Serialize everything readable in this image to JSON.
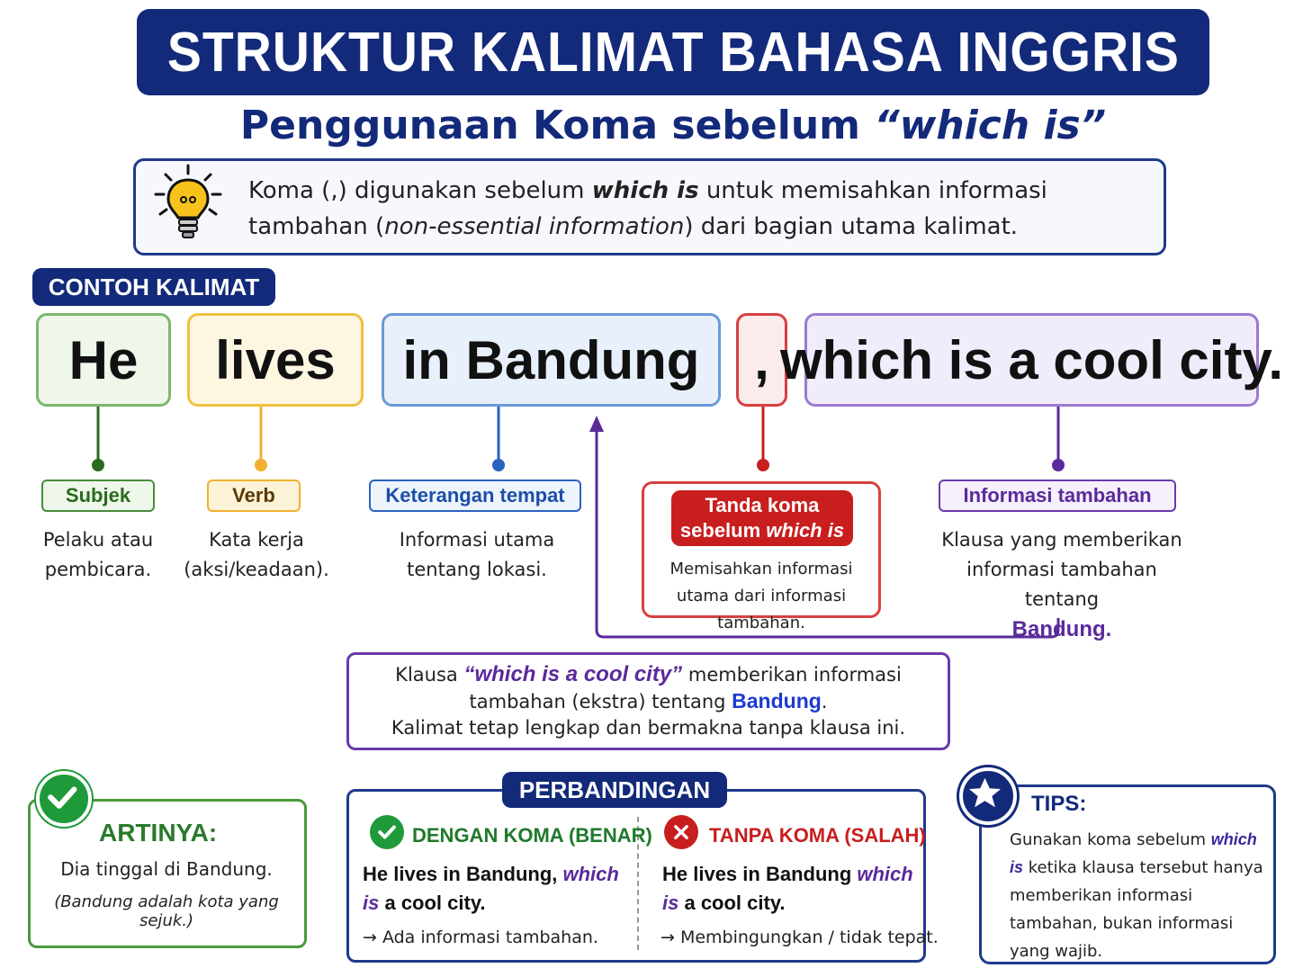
{
  "title": "STRUKTUR KALIMAT BAHASA INGGRIS",
  "subtitle": {
    "prefix": "Penggunaan Koma sebelum ",
    "quoted": "“which is”"
  },
  "intro": {
    "t1": "Koma (,) digunakan sebelum ",
    "t2": "which is",
    "t3": " untuk memisahkan informasi tambahan (",
    "t4": "non-essential information",
    "t5": ") dari bagian utama kalimat."
  },
  "example_label": "CONTOH KALIMAT",
  "sentence_parts": {
    "he": "He",
    "lives": "lives",
    "bandung": "in Bandung",
    "comma": ",",
    "which": "which is a cool city."
  },
  "parts": {
    "subjek": {
      "tag": "Subjek",
      "desc": "Pelaku atau pembicara."
    },
    "verb": {
      "tag": "Verb",
      "desc": "Kata kerja (aksi/keadaan)."
    },
    "keterangan": {
      "tag": "Keterangan tempat",
      "desc": "Informasi utama tentang lokasi."
    },
    "comma": {
      "tag_line1": "Tanda koma",
      "tag_line2_prefix": "sebelum ",
      "tag_line2_em": "which is",
      "desc": "Memisahkan informasi utama dari informasi tambahan."
    },
    "informasi": {
      "tag": "Informasi tambahan",
      "desc": "Klausa yang memberikan informasi tambahan tentang",
      "highlight": "Bandung."
    }
  },
  "explanation": {
    "a": "Klausa ",
    "quote": "“which is a cool city”",
    "b": " memberikan informasi tambahan (ekstra) tentang ",
    "bandung": "Bandung",
    "c": ".",
    "line3": "Kalimat tetap lengkap dan bermakna  tanpa klausa ini."
  },
  "artinya": {
    "title": "ARTINYA:",
    "text": "Dia tinggal di Bandung.",
    "note": "(Bandung adalah kota yang sejuk.)"
  },
  "perbandingan": {
    "label": "PERBANDINGAN",
    "good": {
      "head": "DENGAN KOMA (BENAR)",
      "sent_a": "He lives in Bandung, ",
      "sent_em": "which is",
      "sent_b": " a cool city.",
      "note": "→ Ada informasi tambahan."
    },
    "bad": {
      "head": "TANPA KOMA (SALAH)",
      "sent_a": "He lives in Bandung ",
      "sent_em": "which is",
      "sent_b": " a cool city.",
      "note": "→ Membingungkan / tidak tepat."
    }
  },
  "tips": {
    "title": "TIPS:",
    "a": "Gunakan koma sebelum ",
    "em": "which is",
    "b": " ketika klausa tersebut hanya memberikan informasi tambahan, bukan informasi yang wajib."
  },
  "colors": {
    "navy": "#132a7a",
    "green": "#1f9a3a",
    "yellow": "#f0b030",
    "blue": "#2a62c0",
    "red": "#c81e1e",
    "purple": "#5a2a9a"
  },
  "icons": [
    "lightbulb-icon",
    "check-icon",
    "cross-icon",
    "star-icon",
    "arrow-up-icon"
  ]
}
